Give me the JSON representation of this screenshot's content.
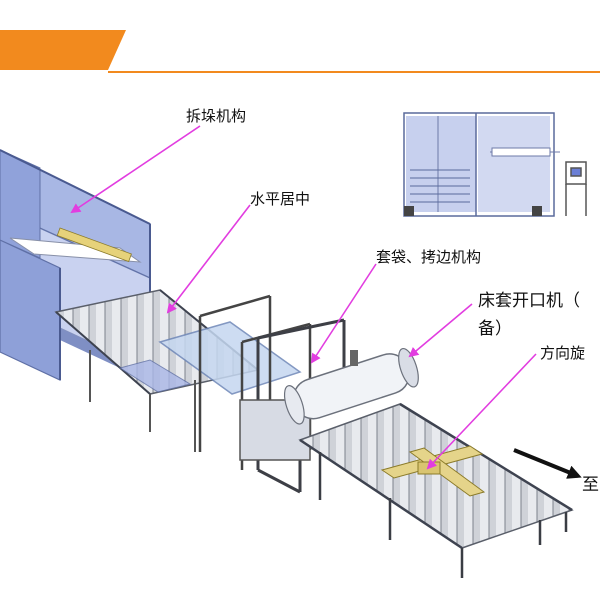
{
  "labels": {
    "destacker": "拆垛机构",
    "centering": "水平居中",
    "bagging": "套袋、拷边机构",
    "opener_line1": "床套开口机（",
    "opener_line2": "备）",
    "rotation": "方向旋",
    "destination": "至"
  },
  "colors": {
    "header_orange": "#f28a1e",
    "annotation_arrow": "#e23de0",
    "frame_blue": "#6f86b8",
    "glass_blue": "#aab8e6",
    "direction_arrow": "#111111"
  },
  "icons": {
    "direction": "direction-arrow-icon"
  }
}
